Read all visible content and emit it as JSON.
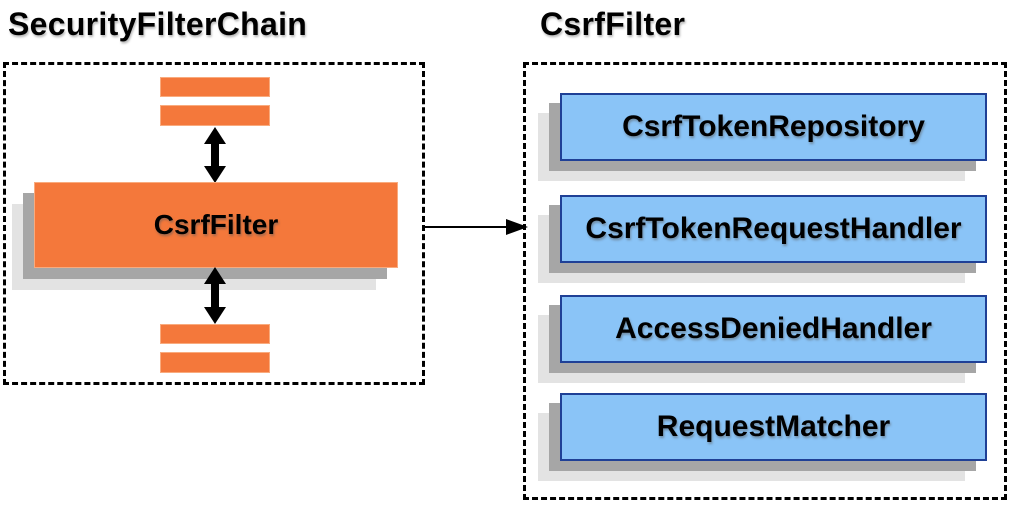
{
  "titles": {
    "left": "SecurityFilterChain",
    "right": "CsrfFilter"
  },
  "security_filter_chain": {
    "csrf_filter_box_label": "CsrfFilter",
    "filter_bar_count": 4
  },
  "csrf_filter": {
    "components": [
      "CsrfTokenRepository",
      "CsrfTokenRequestHandler",
      "AccessDeniedHandler",
      "RequestMatcher"
    ]
  },
  "icons": {
    "vertical_connector": "double-headed-arrow",
    "panel_connector": "right-arrow"
  },
  "colors": {
    "orange_fill": "#F4783B",
    "orange_border": "#F9AB7E",
    "blue_fill": "#8AC4F7",
    "blue_border": "#1F4096",
    "shadow_dark": "#A6A6A6",
    "shadow_light": "#E3E3E3",
    "arrow_black": "#000000",
    "panel_border": "#000000",
    "text": "#000000",
    "background": "#FFFFFF"
  }
}
